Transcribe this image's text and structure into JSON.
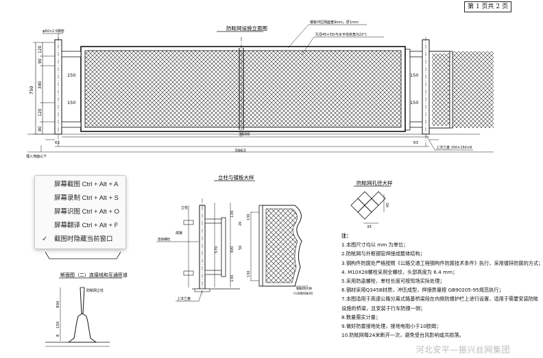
{
  "page_indicator": "第 1 页共 2 页",
  "titles": {
    "elevation": "防眩网设施立面图",
    "post_detail": "立柱与镀板大样",
    "mesh_detail": "防眩网孔径大样",
    "section": "断面图（二）连接线和互通匝道"
  },
  "labels": {
    "steel_plate": "钢板冲压网面宽9mm，厚1mm",
    "mesh_hole": "孔径45×35(与水平线夹角为22°)",
    "top_cap": "φ60×2.5钢管",
    "ground_line": "埋入地面以下",
    "top_cap_right": "上法兰盘 150×150×8",
    "weld": "焊接",
    "bolt": "连接螺栓",
    "plate_label": "立柱",
    "mesh_big_title": "钢板网大样",
    "mesh_big_sub": "(与防眩网板同)",
    "flange": "上法兰盘",
    "post_right": "立柱",
    "section_label": "防眩网立柱"
  },
  "dims": {
    "total_height": "750",
    "d120a": "120",
    "d90": "90",
    "d340": "340",
    "d120b": "120",
    "d80": "80",
    "span_inner": "3600",
    "span_total": "3963",
    "end_left": "63",
    "end_right": "63",
    "bolt_gap_l": "150",
    "bolt_gap_r": "150",
    "r150a": "150",
    "r150b": "150",
    "mesh_w": "35",
    "mesh_h": "45",
    "sec_800": "800",
    "sec_150": "150",
    "sec_8": "8",
    "post_130": "130",
    "post_300": "300",
    "post_130b": "130",
    "post_20": "20",
    "post_50": "50",
    "post_570": "570"
  },
  "context_menu": {
    "items": [
      {
        "label": "屏幕截图 Ctrl + Alt + A"
      },
      {
        "label": "屏幕录制 Ctrl + Alt + S"
      },
      {
        "label": "屏幕识图 Ctrl + Alt + O"
      },
      {
        "label": "屏幕翻译 Ctrl + Alt + F"
      },
      {
        "label": "截图时隐藏当前窗口",
        "checked": true
      }
    ],
    "check_mark": "✓"
  },
  "notes": {
    "heading": "注：",
    "lines": [
      "1.本图尺寸均以 mm 为单位；",
      "2.防眩网与外框钢管焊接成整体结构；",
      "3.钢构件防腐处严格按照《公路交通工程钢构件防腐技术条件》执行，采用镀锌防腐的方式；",
      "4. M10X28螺栓采用全螺纹，头部高度为 6.4 mm；",
      "5.采用防盗螺栓，单柱长度可按现场实际处理；",
      "6.钢材采用Q345B材质，冲压成型，焊接质量按 GB90205-95规范执行；",
      "7.本图适用于高速公路分离式路基桥梁段在内侧防撞护栏上进行设置，适用于需要安装防眩",
      "设施的桥梁，且安装于行车防撞一侧；",
      "8.数量需实计量；",
      "9.做好防雷接地处理，接地电阻小于10欧姆；",
      "10.防眩网每24米断开一次，避免受台风影响或共损落。"
    ]
  },
  "watermark": "河北安平—振兴丝网集团"
}
